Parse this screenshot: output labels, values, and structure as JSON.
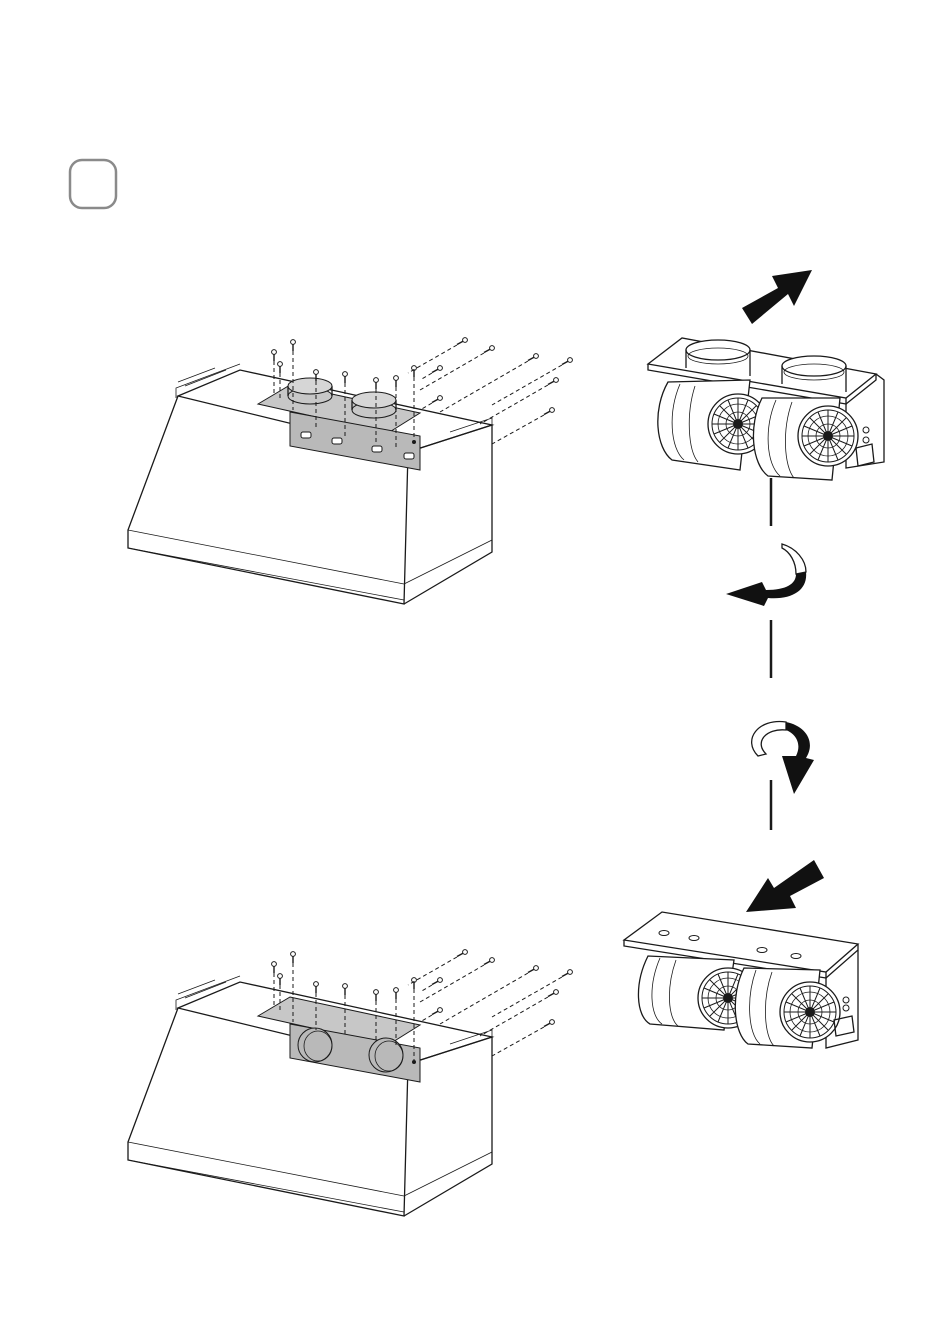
{
  "step_marker": {
    "number": ""
  },
  "figures": {
    "hood_top": {
      "icon": "range-hood-top-duct-plate"
    },
    "hood_bottom": {
      "icon": "range-hood-rear-duct-plate"
    },
    "blower_top": {
      "icon": "dual-blower-assembly-top-outlet"
    },
    "blower_bottom": {
      "icon": "dual-blower-assembly-rear-outlet"
    },
    "arrows": [
      "arrow-remove",
      "rotate-arrow",
      "rotate-arrow",
      "arrow-insert"
    ]
  },
  "colors": {
    "plate": "#b9b9b9",
    "line": "#1a1a1a",
    "arrow": "#111111"
  }
}
